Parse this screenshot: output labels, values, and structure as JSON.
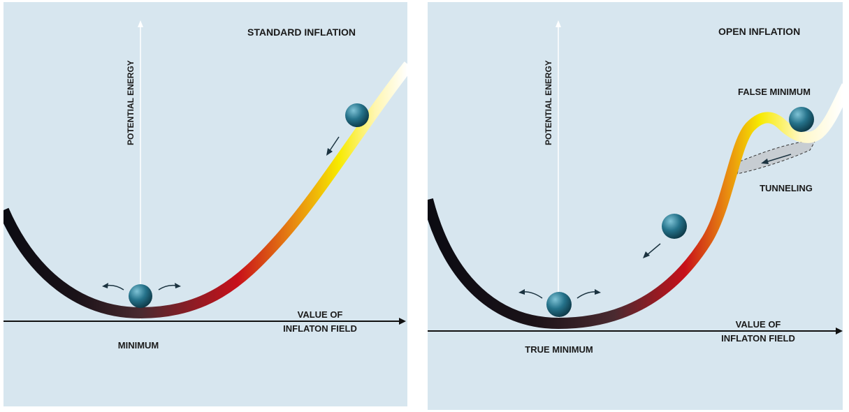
{
  "colors": {
    "panel_bg": "#d7e6ef",
    "axis": "#111111",
    "ball": "#1f6b80",
    "arrow": "#1b3340",
    "curve_stops": [
      "#0b0b12",
      "#3a2a2e",
      "#c8101a",
      "#e8a010",
      "#f7ea00",
      "#ffffff"
    ]
  },
  "left": {
    "title": "STANDARD INFLATION",
    "y_axis_label": "POTENTIAL ENERGY",
    "x_axis_label_line1": "VALUE OF",
    "x_axis_label_line2": "INFLATON FIELD",
    "minimum_label": "MINIMUM"
  },
  "right": {
    "title": "OPEN INFLATION",
    "y_axis_label": "POTENTIAL ENERGY",
    "x_axis_label_line1": "VALUE OF",
    "x_axis_label_line2": "INFLATON FIELD",
    "false_minimum_label": "FALSE MINIMUM",
    "tunneling_label": "TUNNELING",
    "true_minimum_label": "TRUE MINIMUM"
  }
}
